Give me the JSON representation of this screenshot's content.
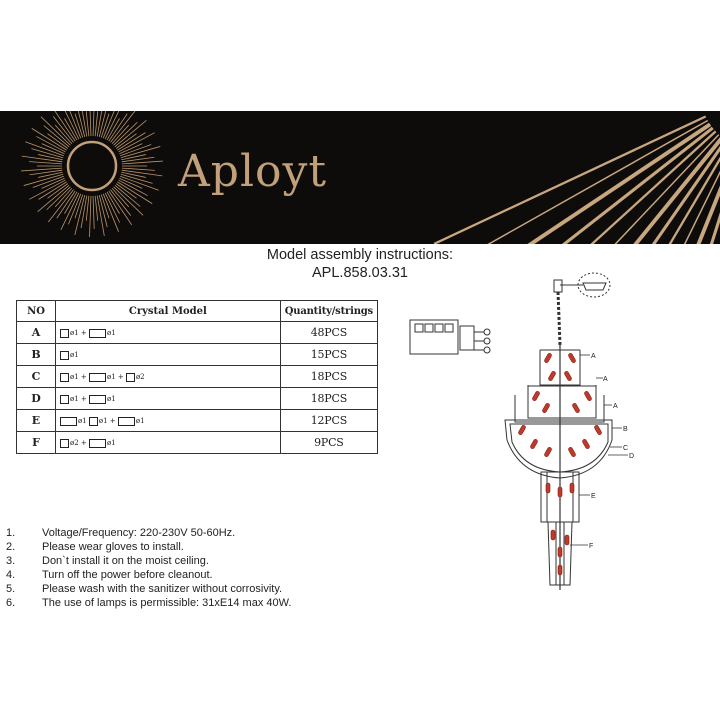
{
  "brand": {
    "name": "Aployt"
  },
  "title": {
    "line1": "Model assembly instructions:",
    "line2": "APL.858.03.31"
  },
  "table": {
    "headers": {
      "no": "NO",
      "model": "Crystal  Model",
      "qty": "Quantity/strings"
    },
    "rows": [
      {
        "no": "A",
        "model": "▢ ø1 + ▭ ø1",
        "qty": "48PCS"
      },
      {
        "no": "B",
        "model": "▢ ø1",
        "qty": "15PCS"
      },
      {
        "no": "C",
        "model": "▢ ø1 + ▭ ø1 + ▢ ø2",
        "qty": "18PCS"
      },
      {
        "no": "D",
        "model": "▢ ø1 + ▭ ø1",
        "qty": "18PCS"
      },
      {
        "no": "E",
        "model": "▭ ø1 ▢ ø1 + ▭ ø1",
        "qty": "12PCS"
      },
      {
        "no": "F",
        "model": "▢ ø2 + ▭ ø1",
        "qty": "9PCS"
      }
    ]
  },
  "notes": [
    {
      "num": "1.",
      "text": "Voltage/Frequency: 220-230V 50-60Hz."
    },
    {
      "num": "2.",
      "text": "Please wear gloves to install."
    },
    {
      "num": "3.",
      "text": "Don`t install it on the moist ceiling."
    },
    {
      "num": "4.",
      "text": "Turn off the power before cleanout."
    },
    {
      "num": "5.",
      "text": "Please wash with the sanitizer without corrosivity."
    },
    {
      "num": "6.",
      "text": "The use of lamps is permissible: 31xE14 max 40W."
    }
  ],
  "diagram": {
    "labels": {
      "a": "A",
      "b": "B",
      "c": "C",
      "d": "D",
      "e": "E",
      "f": "F"
    }
  },
  "colors": {
    "banner_bg": "#0e0c0b",
    "gold": "#c2a07a",
    "bulb": "#c0392b"
  }
}
